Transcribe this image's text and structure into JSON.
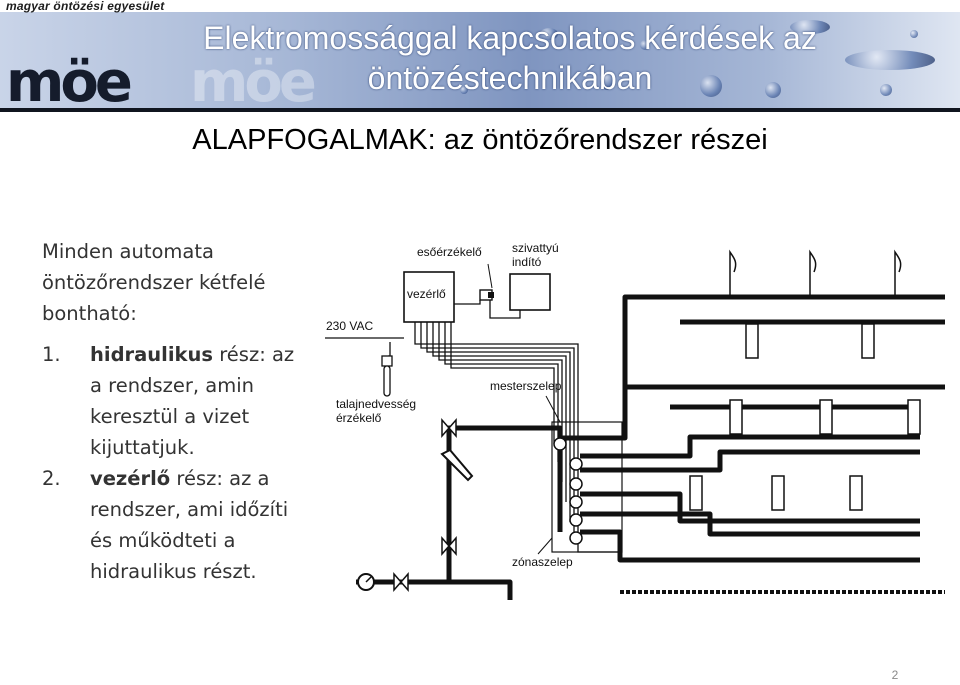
{
  "header": {
    "association_name": "magyar öntözési egyesület",
    "logo_text": "möe",
    "title_line1": "Elektromossággal kapcsolatos kérdések az",
    "title_line2": "öntözéstechnikában"
  },
  "subtitle": "ALAPFOGALMAK: az öntözőrendszer részei",
  "body": {
    "intro": "Minden automata öntözőrendszer kétfelé bontható:",
    "items": [
      {
        "number": "1.",
        "term": "hidraulikus",
        "rest": " rész: az a rendszer, amin keresztül a vizet kijuttatjuk."
      },
      {
        "number": "2.",
        "term": "vezérlő",
        "rest": " rész: az a rendszer, ami időzíti és működteti a hidraulikus részt."
      }
    ]
  },
  "diagram": {
    "labels": {
      "rain_sensor": "esőérzékelő",
      "pump_starter_1": "szivattyú",
      "pump_starter_2": "indító",
      "controller": "vezérlő",
      "power": "230 VAC",
      "soil_sensor_1": "talajnedvesség",
      "soil_sensor_2": "érzékelő",
      "master_valve": "mesterszelep",
      "zone_valve": "zónaszelep"
    }
  },
  "page_number": "2"
}
